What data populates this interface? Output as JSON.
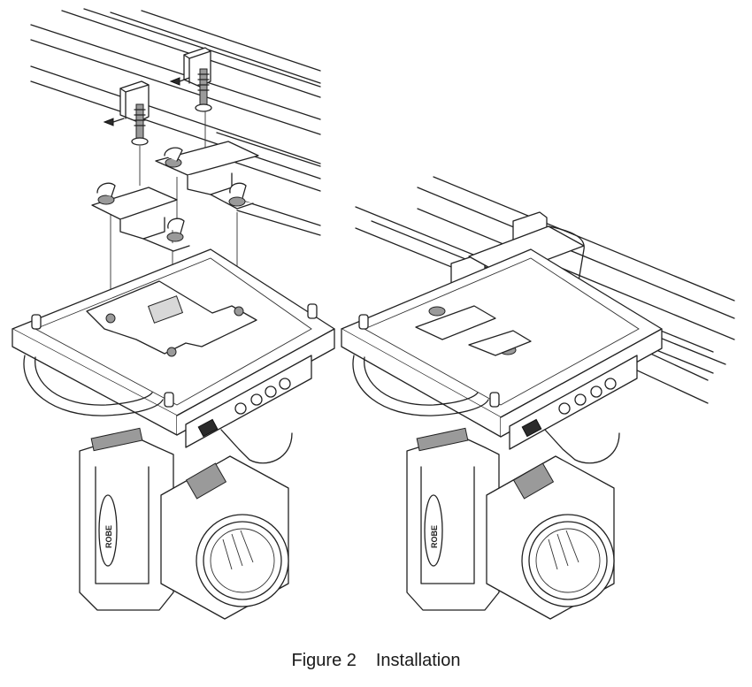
{
  "caption": {
    "figure_label": "Figure 2",
    "title": "Installation"
  },
  "panels": [
    {
      "id": "left",
      "state": "exploded-view"
    },
    {
      "id": "right",
      "state": "mounted-view"
    }
  ]
}
